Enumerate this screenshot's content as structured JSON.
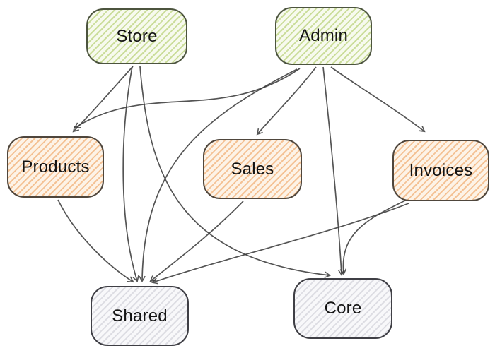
{
  "diagram": {
    "nodes": [
      {
        "id": "store",
        "label": "Store",
        "color_group": "green",
        "hatch_color": "#cbdd9b",
        "background": "#f7faee",
        "border": "#4c543e"
      },
      {
        "id": "admin",
        "label": "Admin",
        "color_group": "green",
        "hatch_color": "#cbdd9b",
        "background": "#f7faee",
        "border": "#4c543e"
      },
      {
        "id": "products",
        "label": "Products",
        "color_group": "orange",
        "hatch_color": "#f4c295",
        "background": "#fdf3e7",
        "border": "#4f463c"
      },
      {
        "id": "sales",
        "label": "Sales",
        "color_group": "orange",
        "hatch_color": "#f4c295",
        "background": "#fdf3e7",
        "border": "#4f463c"
      },
      {
        "id": "invoices",
        "label": "Invoices",
        "color_group": "orange",
        "hatch_color": "#f4c295",
        "background": "#fdf3e7",
        "border": "#4f463c"
      },
      {
        "id": "shared",
        "label": "Shared",
        "color_group": "gray",
        "hatch_color": "#dddde3",
        "background": "#f8f8fa",
        "border": "#3f3f45"
      },
      {
        "id": "core",
        "label": "Core",
        "color_group": "gray",
        "hatch_color": "#dddde3",
        "background": "#f8f8fa",
        "border": "#3f3f45"
      }
    ],
    "edges": [
      {
        "from": "store",
        "to": "products"
      },
      {
        "from": "store",
        "to": "shared"
      },
      {
        "from": "store",
        "to": "core"
      },
      {
        "from": "admin",
        "to": "products"
      },
      {
        "from": "admin",
        "to": "sales"
      },
      {
        "from": "admin",
        "to": "invoices"
      },
      {
        "from": "admin",
        "to": "shared"
      },
      {
        "from": "admin",
        "to": "core"
      },
      {
        "from": "products",
        "to": "shared"
      },
      {
        "from": "sales",
        "to": "shared"
      },
      {
        "from": "invoices",
        "to": "shared"
      },
      {
        "from": "invoices",
        "to": "core"
      }
    ],
    "edge_color": "#3d3d3d",
    "text_color": "#141414"
  }
}
